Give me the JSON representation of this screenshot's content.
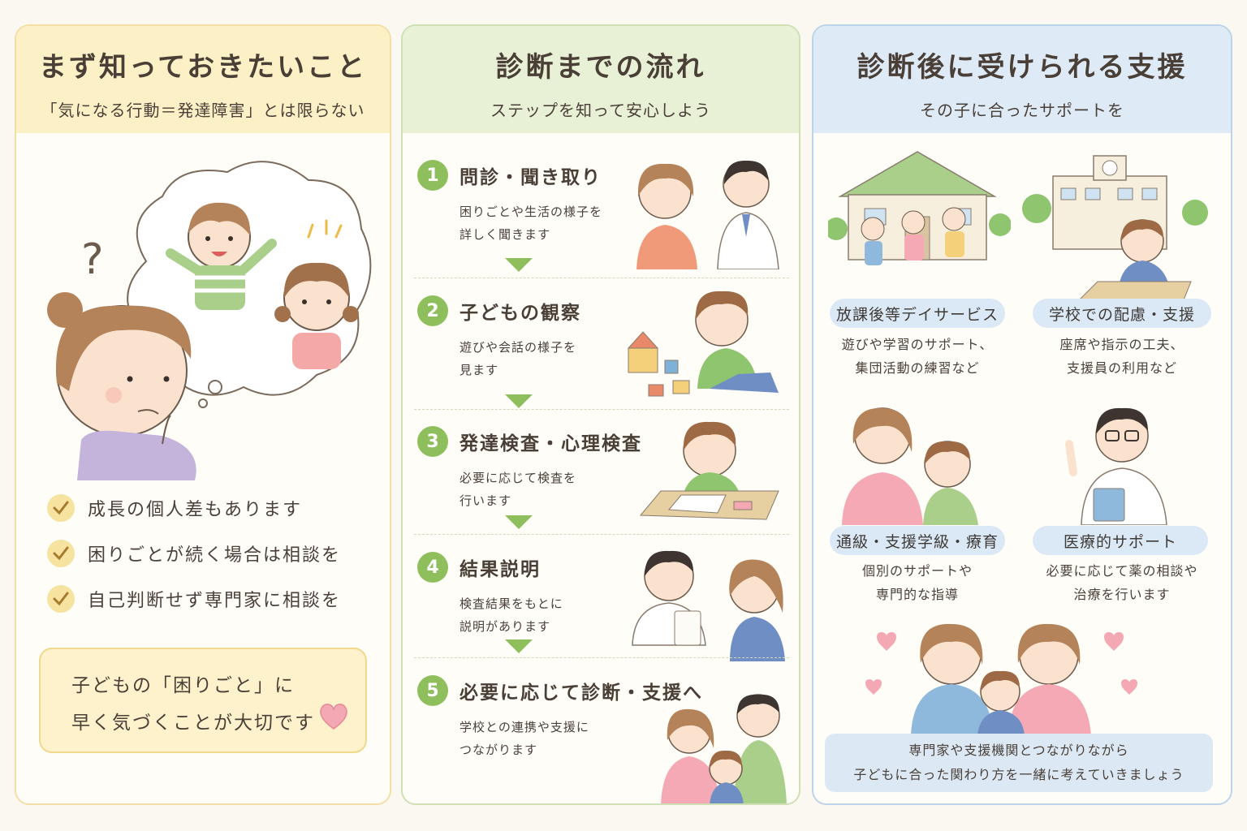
{
  "panel_left": {
    "title": "まず知っておきたいこと",
    "subtitle": "「気になる行動＝発達障害」とは限らない",
    "checks": [
      "成長の個人差もあります",
      "困りごとが続く場合は相談を",
      "自己判断せず専門家に相談を"
    ],
    "note": {
      "line1": "子どもの「困りごと」に",
      "line2": "早く気づくことが大切です"
    }
  },
  "panel_middle": {
    "title": "診断までの流れ",
    "subtitle": "ステップを知って安心しよう",
    "steps": [
      {
        "num": "1",
        "title": "問診・聞き取り",
        "desc1": "困りごとや生活の様子を",
        "desc2": "詳しく聞きます"
      },
      {
        "num": "2",
        "title": "子どもの観察",
        "desc1": "遊びや会話の様子を",
        "desc2": "見ます"
      },
      {
        "num": "3",
        "title": "発達検査・心理検査",
        "desc1": "必要に応じて検査を",
        "desc2": "行います"
      },
      {
        "num": "4",
        "title": "結果説明",
        "desc1": "検査結果をもとに",
        "desc2": "説明があります"
      },
      {
        "num": "5",
        "title": "必要に応じて診断・支援へ",
        "desc1": "学校との連携や支援に",
        "desc2": "つながります"
      }
    ]
  },
  "panel_right": {
    "title": "診断後に受けられる支援",
    "subtitle": "その子に合ったサポートを",
    "supports": [
      {
        "label": "放課後等デイサービス",
        "desc1": "遊びや学習のサポート、",
        "desc2": "集団活動の練習など"
      },
      {
        "label": "学校での配慮・支援",
        "desc1": "座席や指示の工夫、",
        "desc2": "支援員の利用など"
      },
      {
        "label": "通級・支援学級・療育",
        "desc1": "個別のサポートや",
        "desc2": "専門的な指導"
      },
      {
        "label": "医療的サポート",
        "desc1": "必要に応じて薬の相談や",
        "desc2": "治療を行います"
      }
    ],
    "bottom": {
      "line1": "専門家や支援機関とつながりながら",
      "line2": "子どもに合った関わり方を一緒に考えていきましょう"
    }
  },
  "colors": {
    "accent_yellow": "#f3dfa6",
    "accent_green": "#8fbf5c",
    "accent_blue": "#bcd4ea",
    "heart_pink": "#f4a8b4"
  },
  "icons": [
    "question-mark-icon",
    "check-icon",
    "heart-icon",
    "down-arrow-icon"
  ]
}
